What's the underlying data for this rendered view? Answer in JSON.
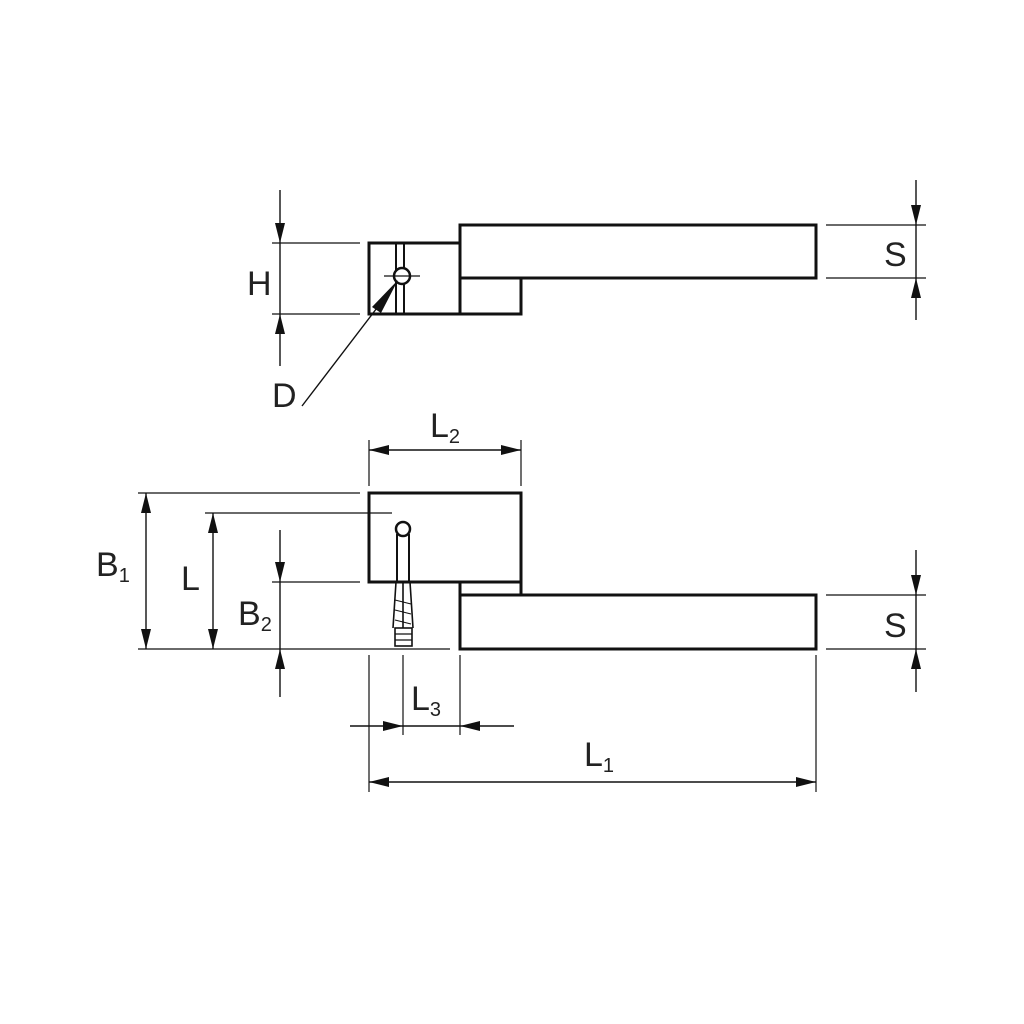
{
  "labels": {
    "h": "H",
    "d": "D",
    "s_top": "S",
    "s_bottom": "S",
    "l": "L",
    "b1_main": "B",
    "b1_sub": "1",
    "b2_main": "B",
    "b2_sub": "2",
    "l1_main": "L",
    "l1_sub": "1",
    "l2_main": "L",
    "l2_sub": "2",
    "l3_main": "L",
    "l3_sub": "3"
  },
  "colors": {
    "line": "#111111",
    "text": "#222222",
    "background": "#ffffff"
  }
}
